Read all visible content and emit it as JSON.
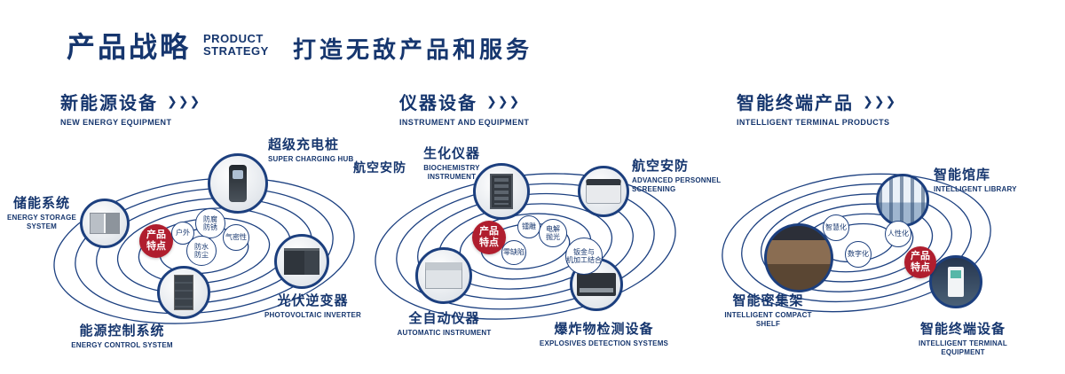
{
  "header": {
    "title_cn": "产品战略",
    "title_en": "PRODUCT\nSTRATEGY",
    "slogan": "打造无敌产品和服务"
  },
  "arrows": "❯❯❯",
  "sections": [
    {
      "title_cn": "新能源设备",
      "title_en": "NEW ENERGY EQUIPMENT",
      "center_label": "产品\n特点",
      "features": [
        "户外",
        "防腐\n防锈",
        "气密性",
        "防水\n防尘"
      ],
      "products": [
        {
          "cn": "储能系统",
          "en": "ENERGY STORAGE SYSTEM"
        },
        {
          "cn": "超级充电桩",
          "en": "SUPER CHARGING HUB"
        },
        {
          "cn": "光伏逆变器",
          "en": "PHOTOVOLTAIC INVERTER"
        },
        {
          "cn": "能源控制系统",
          "en": "ENERGY CONTROL SYSTEM"
        }
      ]
    },
    {
      "title_cn": "仪器设备",
      "title_en": "INSTRUMENT AND EQUIPMENT",
      "side_label": "航空安防",
      "center_label": "产品\n特点",
      "features": [
        "镭雕",
        "电解\n抛光",
        "零缺陷",
        "钣金与\n机加工结合"
      ],
      "products": [
        {
          "cn": "生化仪器",
          "en": "BIOCHEMISTRY INSTRUMENT"
        },
        {
          "cn": "航空安防",
          "en": "ADVANCED PERSONNEL SCREENING"
        },
        {
          "cn": "全自动仪器",
          "en": "AUTOMATIC INSTRUMENT"
        },
        {
          "cn": "爆炸物检测设备",
          "en": "EXPLOSIVES DETECTION SYSTEMS"
        }
      ]
    },
    {
      "title_cn": "智能终端产品",
      "title_en": "INTELLIGENT TERMINAL PRODUCTS",
      "center_label": "产品\n特点",
      "features": [
        "智慧化",
        "人性化",
        "数字化"
      ],
      "products": [
        {
          "cn": "智能馆库",
          "en": "INTELLIGENT LIBRARY"
        },
        {
          "cn": "智能密集架",
          "en": "INTELLIGENT COMPACT SHELF"
        },
        {
          "cn": "智能终端设备",
          "en": "INTELLIGENT TERMINAL EQUIPMENT"
        }
      ]
    }
  ],
  "colors": {
    "navy": "#16366e",
    "orbit": "#1c4080",
    "accent_red": "#b01e2e"
  }
}
